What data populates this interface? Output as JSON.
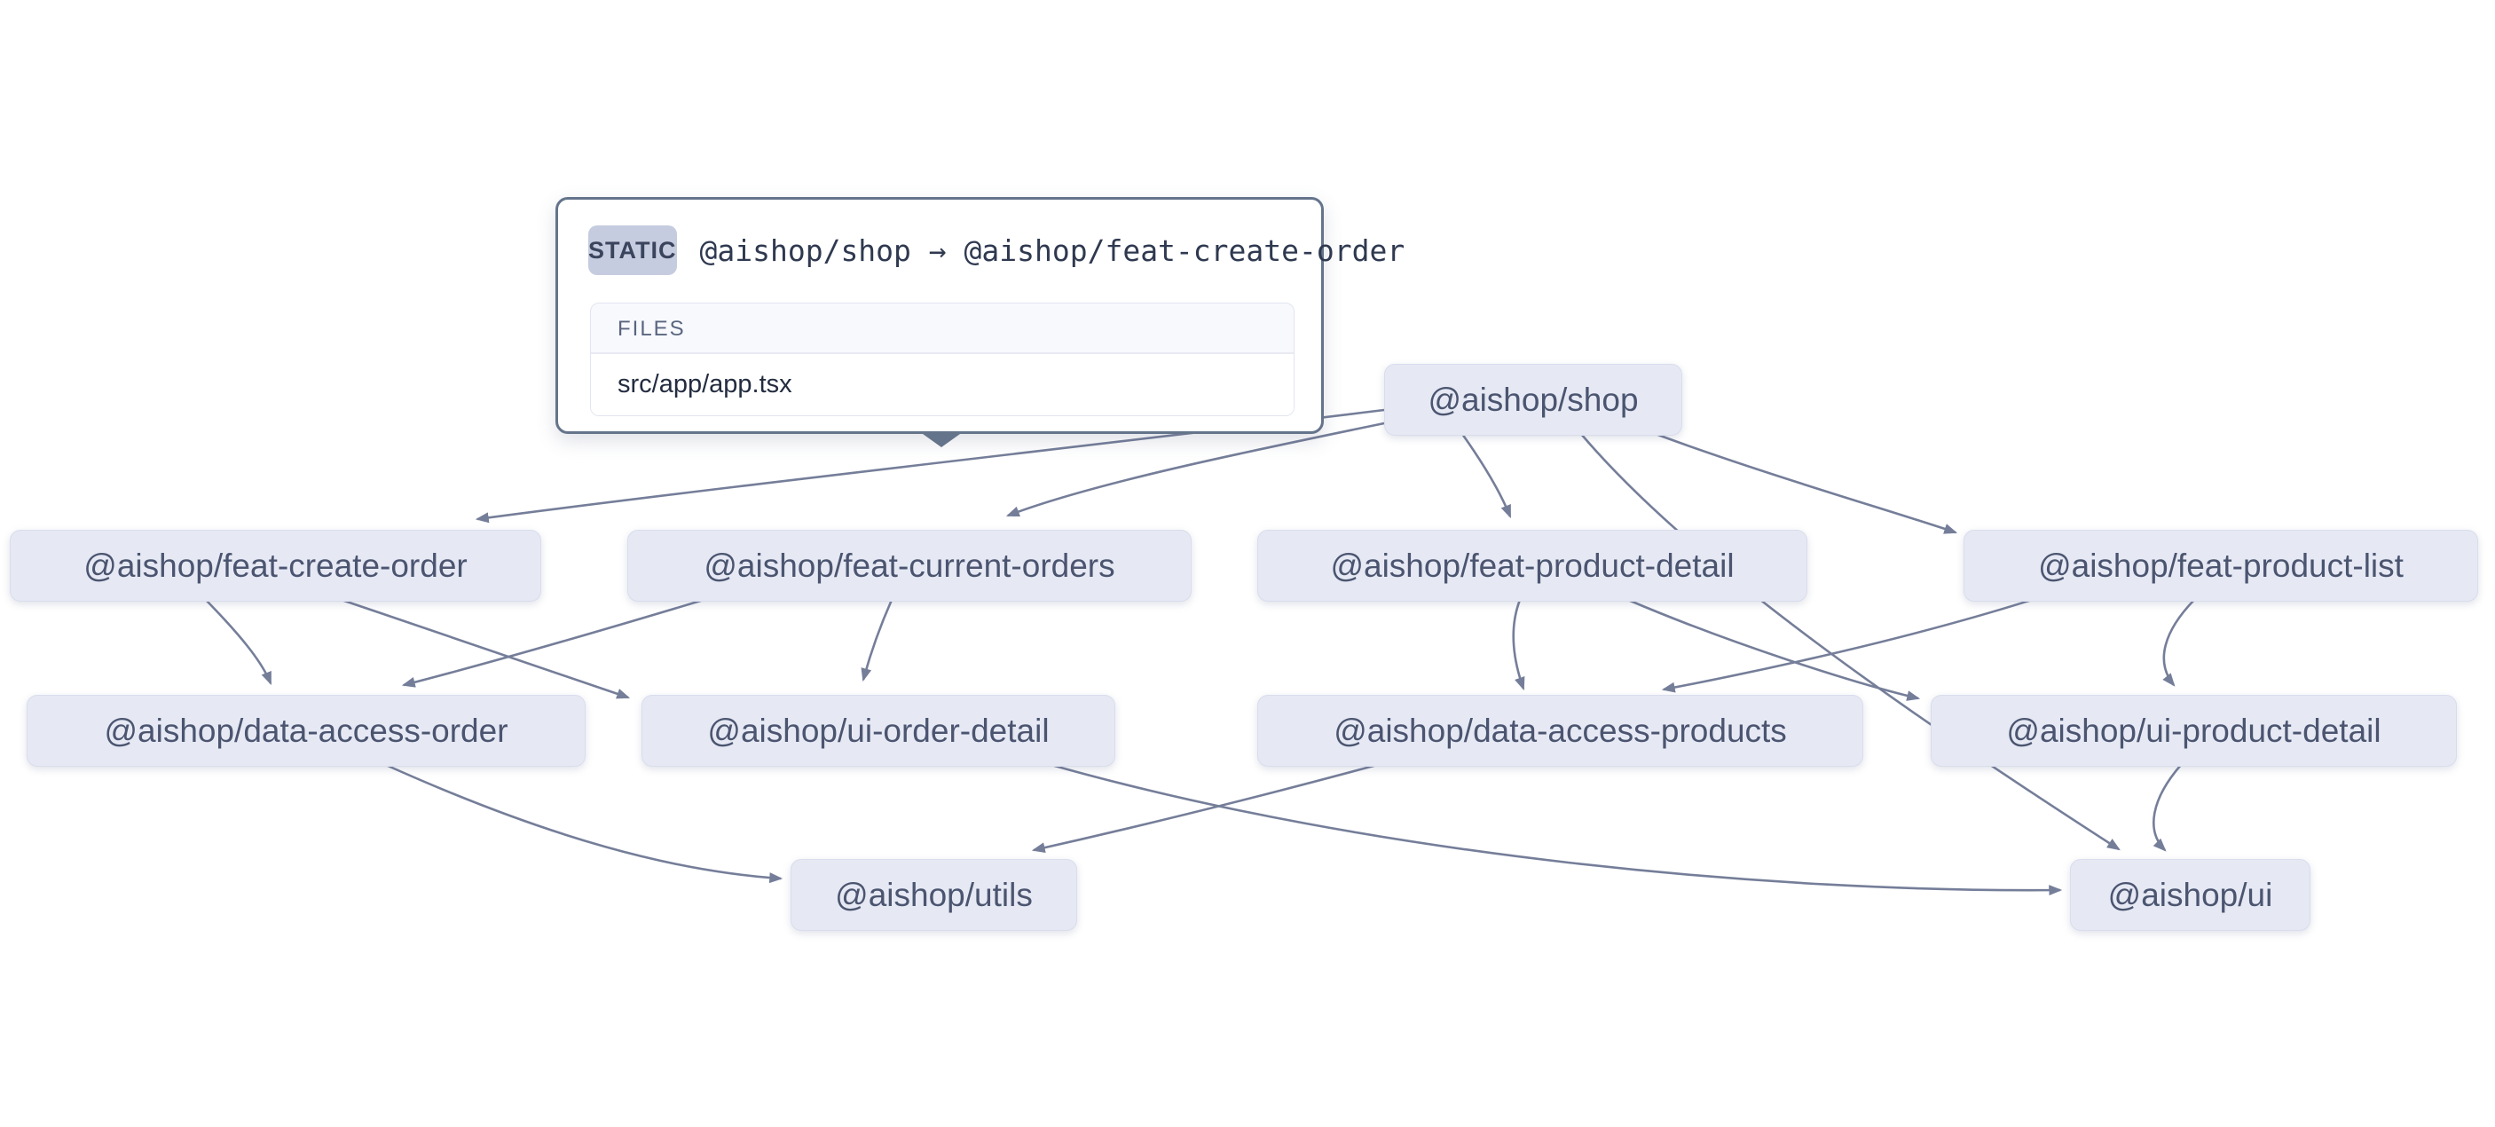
{
  "tooltip": {
    "type_badge": "STATIC",
    "edge_label": "@aishop/shop → @aishop/feat-create-order",
    "files_header": "FILES",
    "files": [
      "src/app/app.tsx"
    ]
  },
  "nodes": [
    {
      "id": "shop",
      "label": "@aishop/shop"
    },
    {
      "id": "feat-create-order",
      "label": "@aishop/feat-create-order"
    },
    {
      "id": "feat-current-orders",
      "label": "@aishop/feat-current-orders"
    },
    {
      "id": "feat-product-detail",
      "label": "@aishop/feat-product-detail"
    },
    {
      "id": "feat-product-list",
      "label": "@aishop/feat-product-list"
    },
    {
      "id": "data-access-order",
      "label": "@aishop/data-access-order"
    },
    {
      "id": "ui-order-detail",
      "label": "@aishop/ui-order-detail"
    },
    {
      "id": "data-access-products",
      "label": "@aishop/data-access-products"
    },
    {
      "id": "ui-product-detail",
      "label": "@aishop/ui-product-detail"
    },
    {
      "id": "utils",
      "label": "@aishop/utils"
    },
    {
      "id": "ui",
      "label": "@aishop/ui"
    }
  ],
  "edges": [
    {
      "source": "@aishop/shop",
      "target": "@aishop/feat-create-order",
      "type": "static",
      "selected": true
    },
    {
      "source": "@aishop/shop",
      "target": "@aishop/feat-current-orders",
      "type": "static"
    },
    {
      "source": "@aishop/shop",
      "target": "@aishop/feat-product-detail",
      "type": "static"
    },
    {
      "source": "@aishop/shop",
      "target": "@aishop/feat-product-list",
      "type": "static"
    },
    {
      "source": "@aishop/shop",
      "target": "@aishop/ui",
      "type": "static"
    },
    {
      "source": "@aishop/feat-create-order",
      "target": "@aishop/data-access-order",
      "type": "static"
    },
    {
      "source": "@aishop/feat-create-order",
      "target": "@aishop/ui-order-detail",
      "type": "static"
    },
    {
      "source": "@aishop/feat-current-orders",
      "target": "@aishop/data-access-order",
      "type": "static"
    },
    {
      "source": "@aishop/feat-current-orders",
      "target": "@aishop/ui-order-detail",
      "type": "static"
    },
    {
      "source": "@aishop/feat-product-detail",
      "target": "@aishop/data-access-products",
      "type": "static"
    },
    {
      "source": "@aishop/feat-product-detail",
      "target": "@aishop/ui-product-detail",
      "type": "static"
    },
    {
      "source": "@aishop/feat-product-list",
      "target": "@aishop/data-access-products",
      "type": "static"
    },
    {
      "source": "@aishop/feat-product-list",
      "target": "@aishop/ui-product-detail",
      "type": "static"
    },
    {
      "source": "@aishop/data-access-order",
      "target": "@aishop/utils",
      "type": "static"
    },
    {
      "source": "@aishop/data-access-products",
      "target": "@aishop/utils",
      "type": "static"
    },
    {
      "source": "@aishop/ui-order-detail",
      "target": "@aishop/ui",
      "type": "static"
    },
    {
      "source": "@aishop/ui-product-detail",
      "target": "@aishop/ui",
      "type": "static"
    }
  ],
  "colors": {
    "node_bg": "#e6e9f4",
    "node_text": "#4b5570",
    "edge": "#757e99",
    "tooltip_border": "#64748b",
    "badge_bg": "#c6ccdf",
    "files_bg": "#f8f9fd"
  }
}
